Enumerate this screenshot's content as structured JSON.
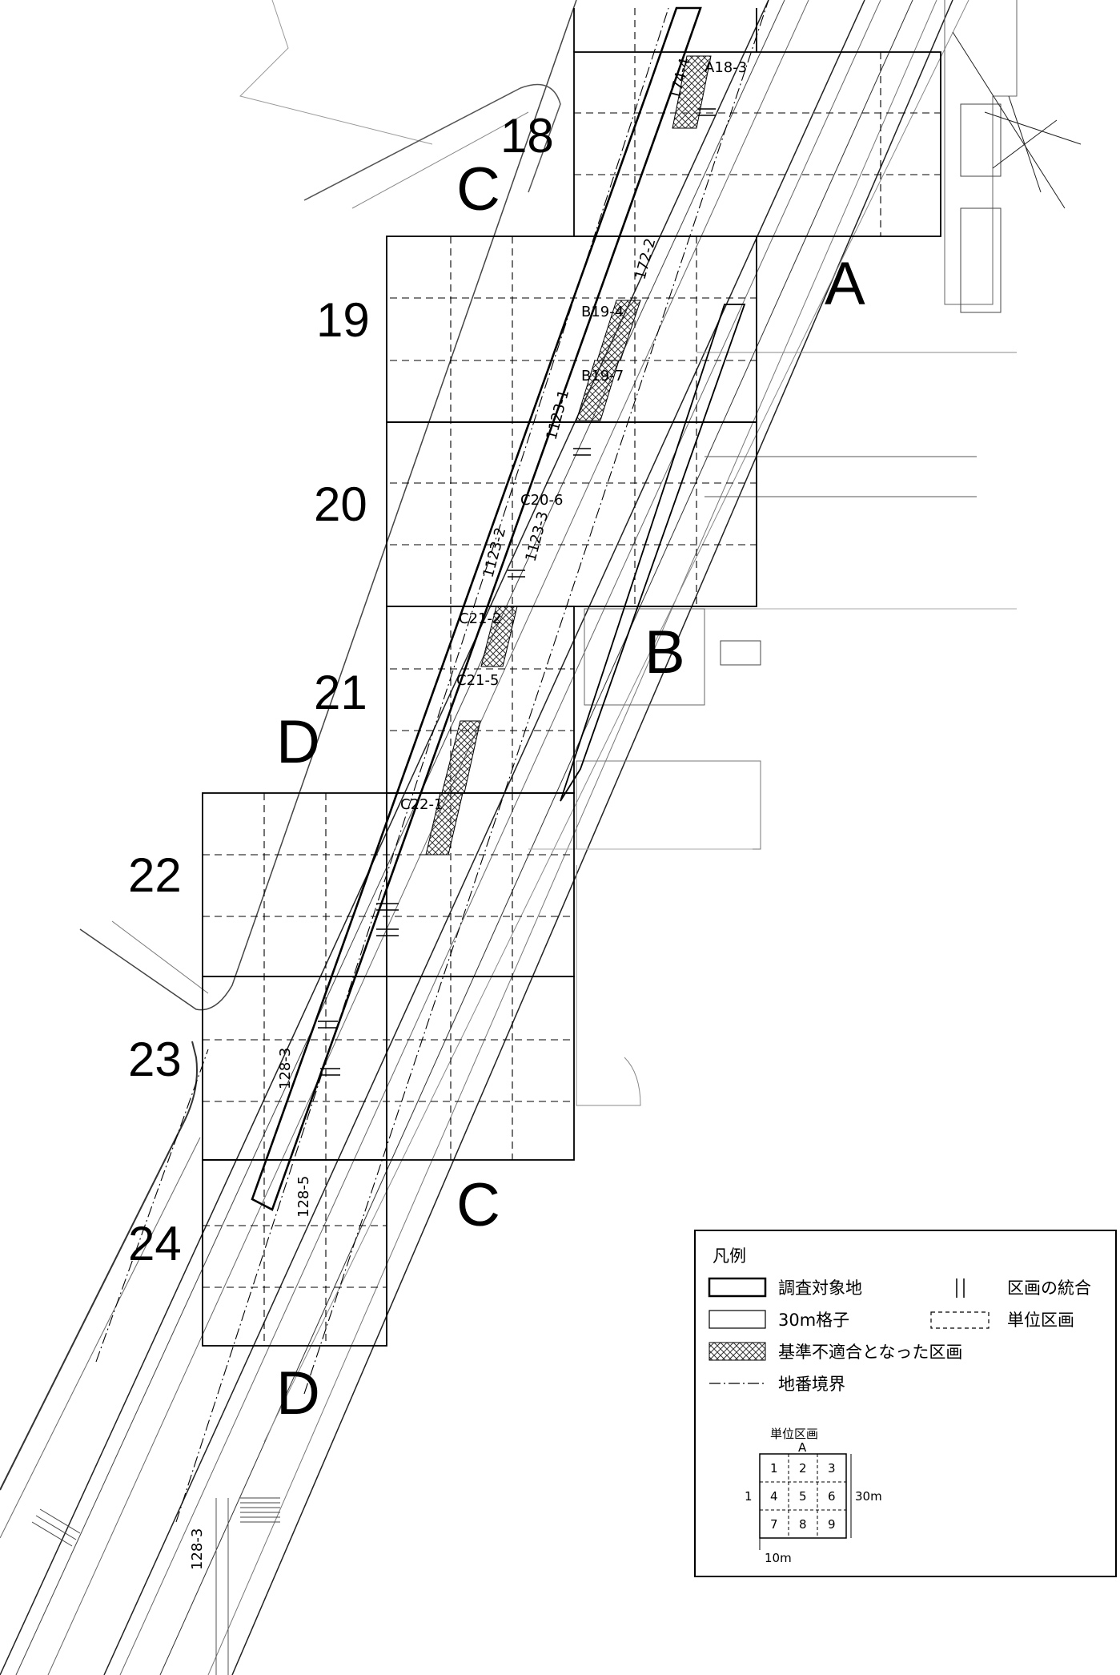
{
  "row_labels": [
    "18",
    "19",
    "20",
    "21",
    "22",
    "23",
    "24"
  ],
  "column_labels": {
    "a": "A",
    "b": "B",
    "c_top": "C",
    "c_bottom": "C",
    "d_top": "D",
    "d_bottom": "D"
  },
  "unit_labels": [
    "A18-3",
    "B19-4",
    "B19-7",
    "C20-6",
    "C21-2",
    "C21-5",
    "C22-1"
  ],
  "lot_numbers": [
    "174-4",
    "172-2",
    "1123-1",
    "1123-3",
    "1123-2",
    "128-3",
    "128-5",
    "128-3"
  ],
  "legend": {
    "title": "凡例",
    "items": [
      {
        "symbol": "thick-rect",
        "label": "調査対象地"
      },
      {
        "symbol": "thin-rect",
        "label": "30m格子"
      },
      {
        "symbol": "hatch",
        "label": "基準不適合となった区画"
      },
      {
        "symbol": "dash-dot-line",
        "label": "地番境界"
      }
    ],
    "items_right": [
      {
        "symbol": "double-bar",
        "label": "区画の統合"
      },
      {
        "symbol": "dashed-rect",
        "label": "単位区画"
      }
    ],
    "diagram": {
      "title": "単位区画",
      "column": "A",
      "row": "1",
      "cells": [
        "1",
        "2",
        "3",
        "4",
        "5",
        "6",
        "7",
        "8",
        "9"
      ],
      "side_dim": "30m",
      "bottom_dim": "10m"
    }
  }
}
